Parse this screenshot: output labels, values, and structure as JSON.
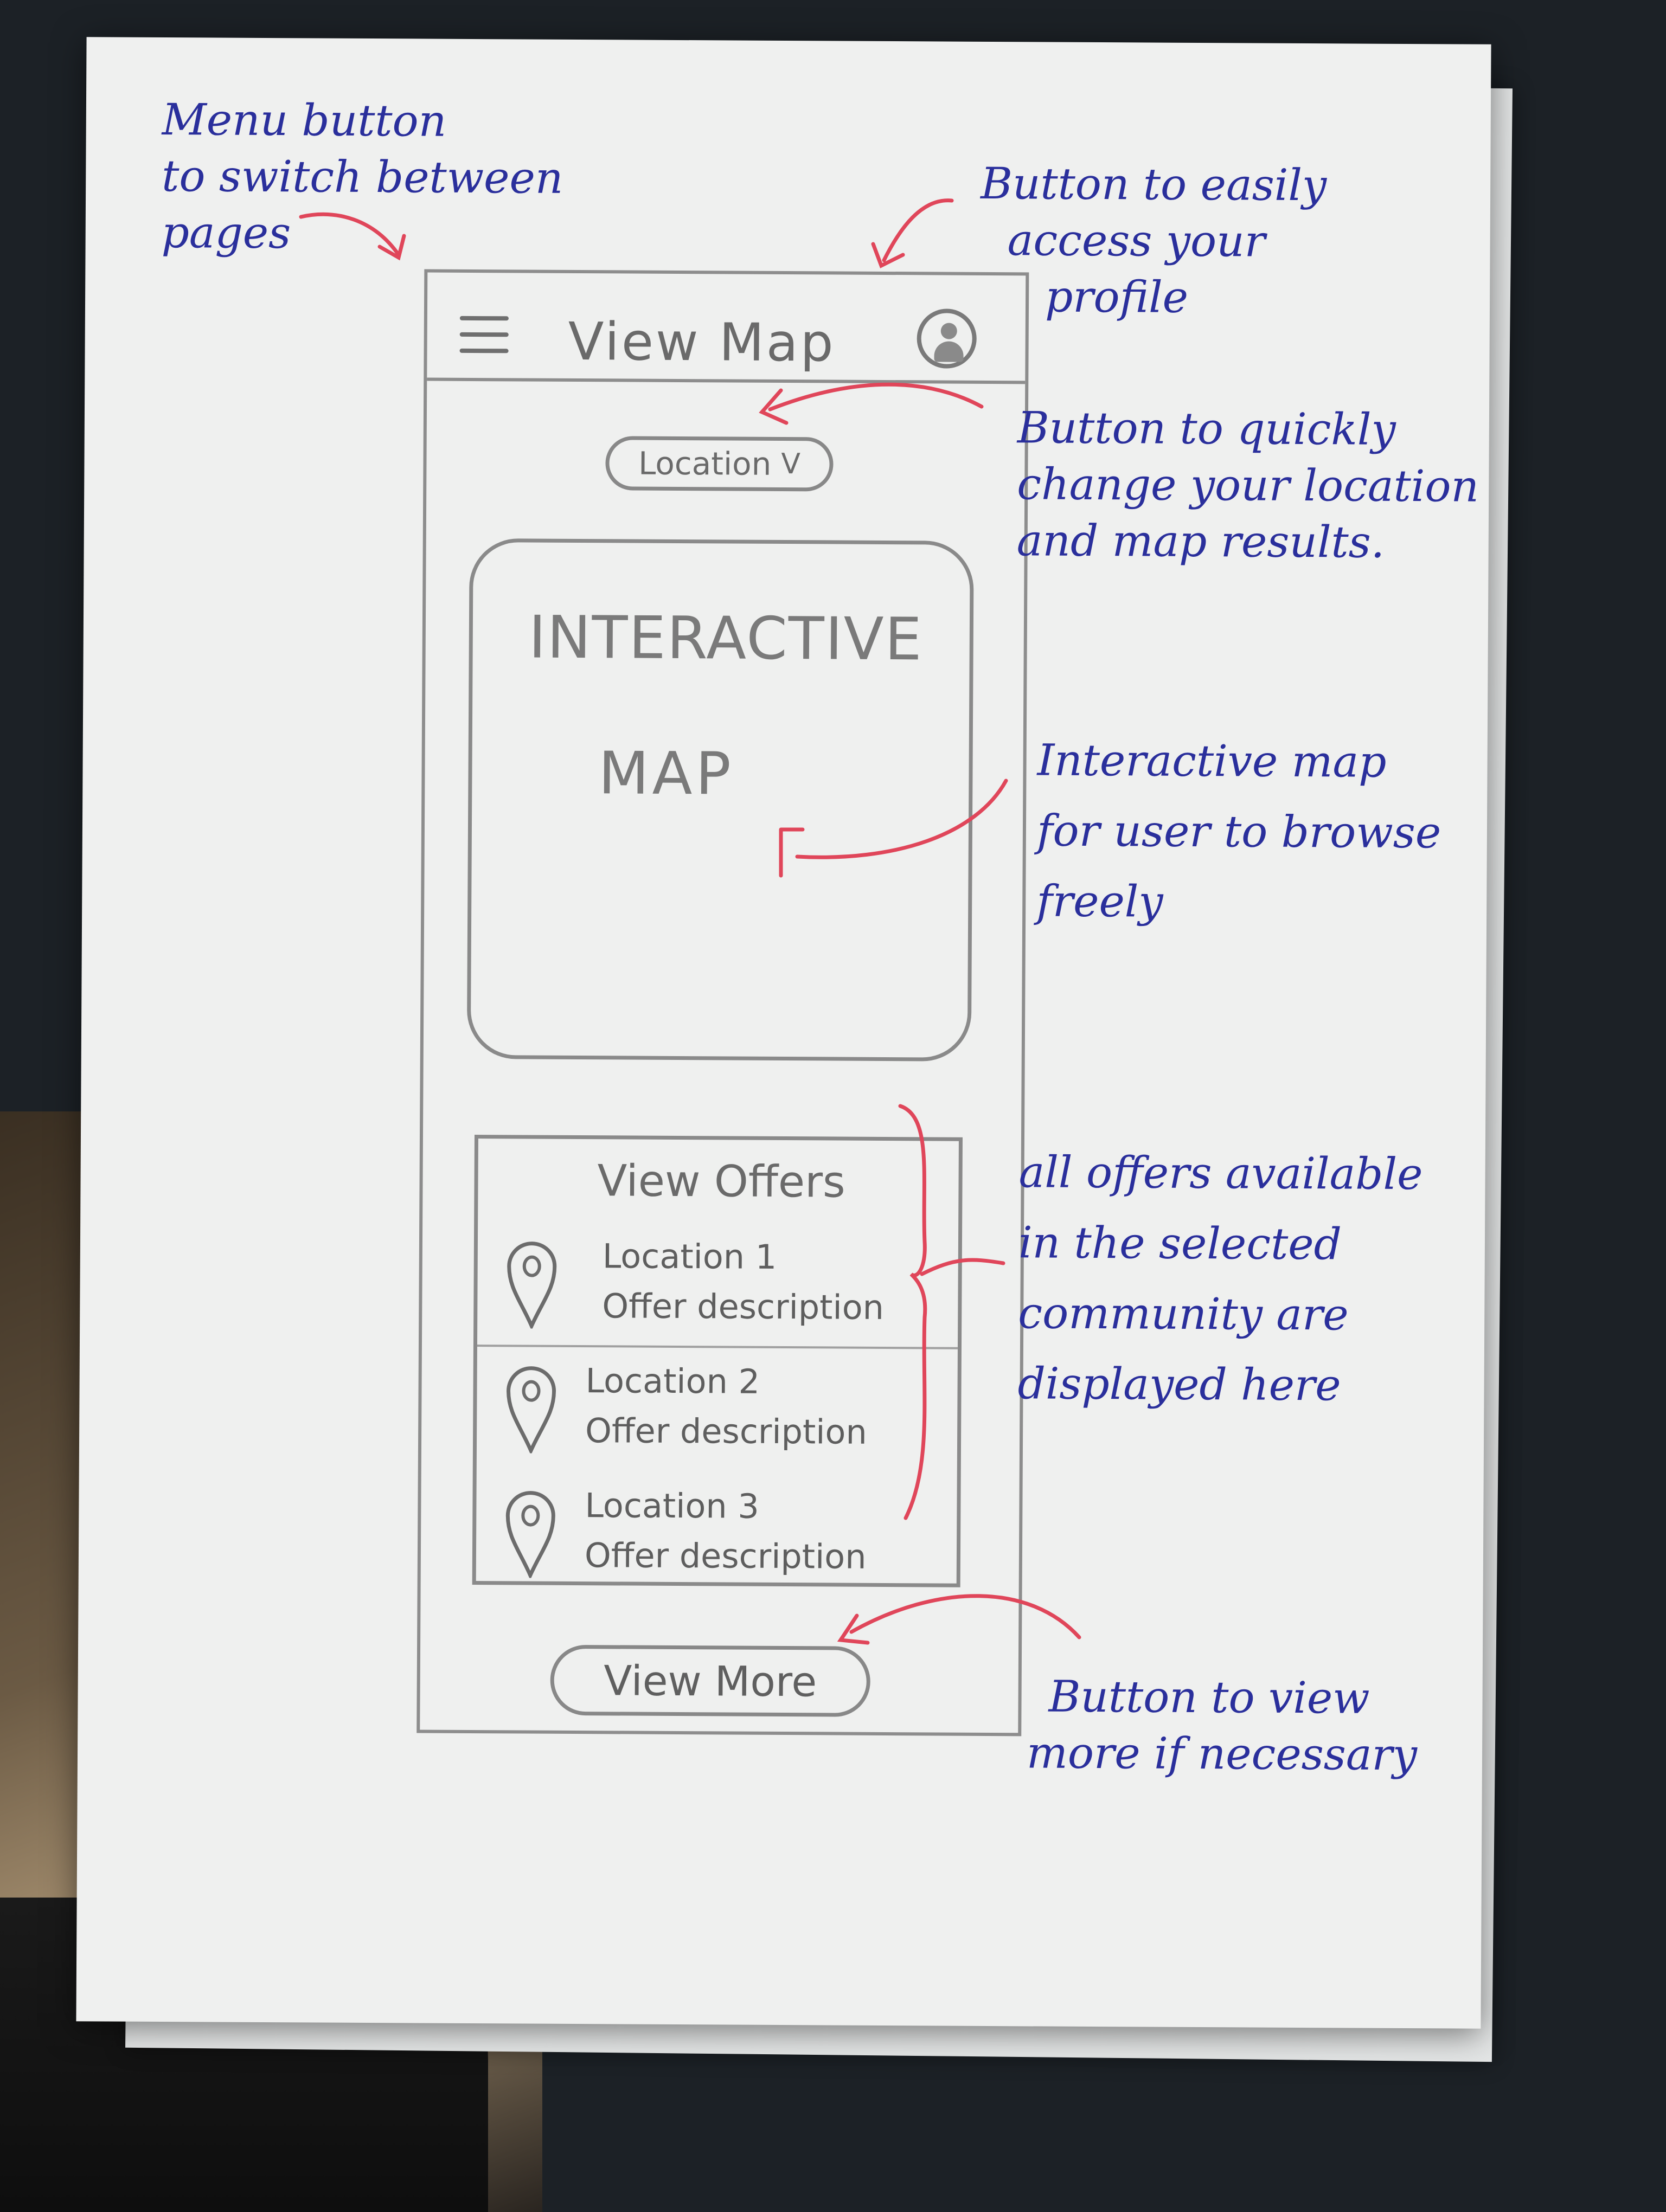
{
  "top_bar": {
    "title": "View Map",
    "menu_icon": "hamburger-menu-icon",
    "profile_icon": "user-profile-icon"
  },
  "location_selector": {
    "label": "Location",
    "chevron": "V"
  },
  "map": {
    "line1": "INTERACTIVE",
    "line2": "MAP"
  },
  "offers": {
    "title": "View Offers",
    "items": [
      {
        "location": "Location 1",
        "description": "Offer description"
      },
      {
        "location": "Location 2",
        "description": "Offer description"
      },
      {
        "location": "Location 3",
        "description": "Offer description"
      }
    ]
  },
  "view_more_label": "View More",
  "annotations": {
    "menu": [
      "Menu button",
      "to switch between",
      "pages"
    ],
    "profile": [
      "Button to easily",
      "access your",
      "profile"
    ],
    "location": [
      "Button to quickly",
      "change your location",
      "and map results."
    ],
    "map": [
      "Interactive map",
      "for user to browse",
      "freely"
    ],
    "offers": [
      "all offers available",
      "in the selected",
      "community are",
      "displayed here"
    ],
    "view_more": [
      "Button to view",
      "more if necessary"
    ]
  },
  "colors": {
    "ink_blue": "#2a2f9c",
    "arrow_red": "#e0465a",
    "pencil_gray": "#8a8a8a"
  }
}
